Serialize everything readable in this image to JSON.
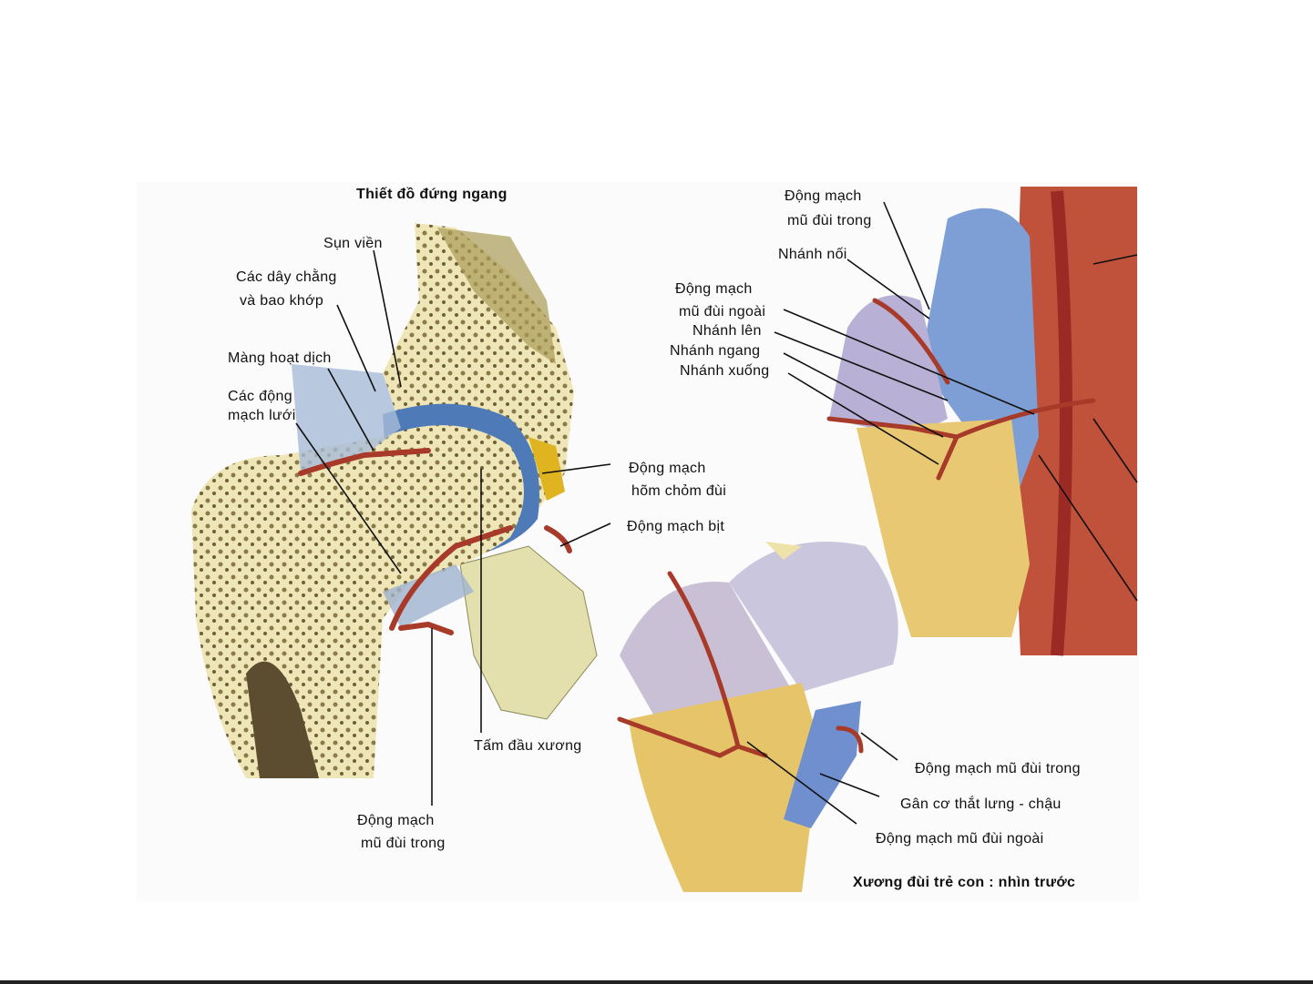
{
  "title_left": "Thiết đồ đứng ngang",
  "title_right": "Xương đùi trẻ con : nhìn trước",
  "labels_left": {
    "sun_vien": "Sụn viền",
    "day_chang_1": "Các dây chằng",
    "day_chang_2": "và bao khớp",
    "mang_hoat_dich": "Màng hoạt dịch",
    "dong_mach_luoi_1": "Các động",
    "dong_mach_luoi_2": "mạch lưới",
    "dm_hom_chom_1": "Động mạch",
    "dm_hom_chom_2": "hõm chỏm đùi",
    "dm_bit": "Động mạch bịt",
    "tam_dau_xuong": "Tấm đầu xương",
    "dm_mu_dui_trong_1": "Động mạch",
    "dm_mu_dui_trong_2": "mũ đùi trong"
  },
  "labels_right": {
    "dm_mu_dui_trong_1": "Động mạch",
    "dm_mu_dui_trong_2": "mũ đùi trong",
    "nhanh_noi": "Nhánh nối",
    "dm_mu_dui_ngoai_1": "Động mạch",
    "dm_mu_dui_ngoai_2": "mũ đùi ngoài",
    "nhanh_len": "Nhánh lên",
    "nhanh_ngang": "Nhánh ngang",
    "nhanh_xuong": "Nhánh xuống"
  },
  "labels_bottom": {
    "dm_mu_dui_trong": "Động mạch mũ đùi trong",
    "gan_co": "Gân cơ thắt lưng - chậu",
    "dm_mu_dui_ngoai": "Động mạch mũ đùi ngoài"
  }
}
